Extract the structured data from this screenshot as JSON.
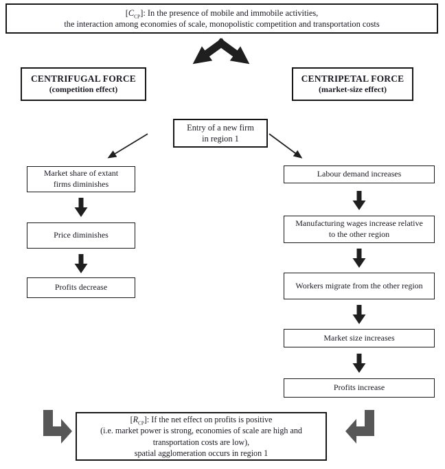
{
  "colors": {
    "background": "#ffffff",
    "border": "#161616",
    "text": "#17171f",
    "arrow_black": "#1f1f1f",
    "arrow_gray": "#575757"
  },
  "premise": {
    "bracket_open": "[",
    "symbol": "C",
    "symbol_sub": "CP",
    "line1_rest": "]: In the presence of mobile and immobile activities,",
    "line2": "the interaction among economies of scale, monopolistic competition and transportation costs"
  },
  "forces": {
    "centrifugal": {
      "title": "CENTRIFUGAL FORCE",
      "subtitle": "(competition effect)"
    },
    "centripetal": {
      "title": "CENTRIPETAL FORCE",
      "subtitle": "(market-size effect)"
    }
  },
  "trigger": {
    "label": "Entry of a new firm in region 1"
  },
  "left_chain": {
    "steps": [
      "Market share of extant firms diminishes",
      "Price diminishes",
      "Profits decrease"
    ]
  },
  "right_chain": {
    "steps": [
      "Labour demand increases",
      "Manufacturing wages increase relative to the other region",
      "Workers migrate from the other region",
      "Market size increases",
      "Profits increase"
    ]
  },
  "conclusion": {
    "bracket_open": "[",
    "symbol": "R",
    "symbol_sub": "CP",
    "line1_rest": "]: If the net effect on profits is positive",
    "line2": "(i.e. market power is strong, economies of scale are high and",
    "line3": "transportation costs are low),",
    "line4": "spatial agglomeration occurs in region 1"
  }
}
